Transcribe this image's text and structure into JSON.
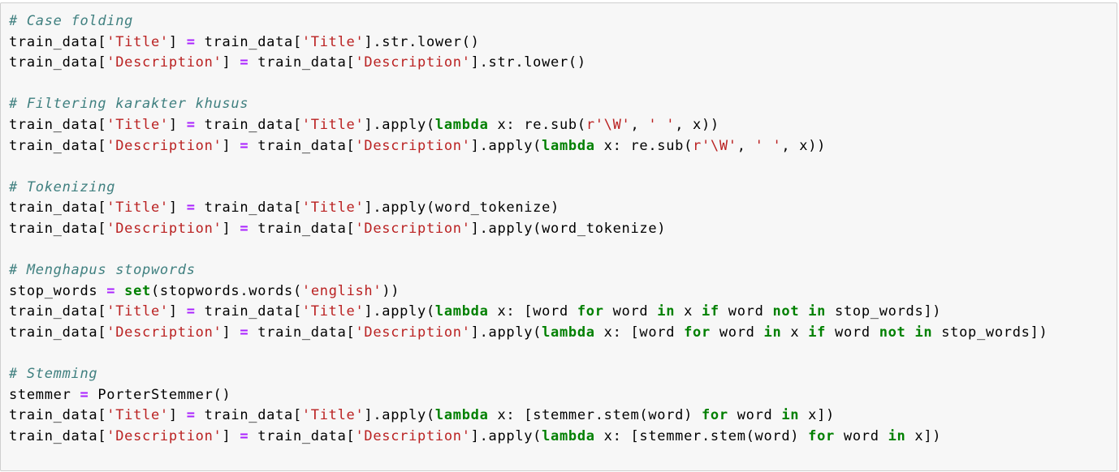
{
  "colors": {
    "cell_background": "#f7f7f7",
    "cell_border": "#cfcfcf",
    "comment": "#408080",
    "string": "#ba2121",
    "keyword": "#008000",
    "operator": "#aa22ff",
    "text": "#000000"
  },
  "code_lines": [
    [
      {
        "t": "comment",
        "v": "# Case folding"
      }
    ],
    [
      {
        "t": "txt",
        "v": "train_data["
      },
      {
        "t": "str",
        "v": "'Title'"
      },
      {
        "t": "txt",
        "v": "] "
      },
      {
        "t": "op",
        "v": "="
      },
      {
        "t": "txt",
        "v": " train_data["
      },
      {
        "t": "str",
        "v": "'Title'"
      },
      {
        "t": "txt",
        "v": "].str.lower()"
      }
    ],
    [
      {
        "t": "txt",
        "v": "train_data["
      },
      {
        "t": "str",
        "v": "'Description'"
      },
      {
        "t": "txt",
        "v": "] "
      },
      {
        "t": "op",
        "v": "="
      },
      {
        "t": "txt",
        "v": " train_data["
      },
      {
        "t": "str",
        "v": "'Description'"
      },
      {
        "t": "txt",
        "v": "].str.lower()"
      }
    ],
    [],
    [
      {
        "t": "comment",
        "v": "# Filtering karakter khusus"
      }
    ],
    [
      {
        "t": "txt",
        "v": "train_data["
      },
      {
        "t": "str",
        "v": "'Title'"
      },
      {
        "t": "txt",
        "v": "] "
      },
      {
        "t": "op",
        "v": "="
      },
      {
        "t": "txt",
        "v": " train_data["
      },
      {
        "t": "str",
        "v": "'Title'"
      },
      {
        "t": "txt",
        "v": "].apply("
      },
      {
        "t": "kw",
        "v": "lambda"
      },
      {
        "t": "txt",
        "v": " x: re.sub("
      },
      {
        "t": "str",
        "v": "r'\\W'"
      },
      {
        "t": "txt",
        "v": ", "
      },
      {
        "t": "str",
        "v": "' '"
      },
      {
        "t": "txt",
        "v": ", x))"
      }
    ],
    [
      {
        "t": "txt",
        "v": "train_data["
      },
      {
        "t": "str",
        "v": "'Description'"
      },
      {
        "t": "txt",
        "v": "] "
      },
      {
        "t": "op",
        "v": "="
      },
      {
        "t": "txt",
        "v": " train_data["
      },
      {
        "t": "str",
        "v": "'Description'"
      },
      {
        "t": "txt",
        "v": "].apply("
      },
      {
        "t": "kw",
        "v": "lambda"
      },
      {
        "t": "txt",
        "v": " x: re.sub("
      },
      {
        "t": "str",
        "v": "r'\\W'"
      },
      {
        "t": "txt",
        "v": ", "
      },
      {
        "t": "str",
        "v": "' '"
      },
      {
        "t": "txt",
        "v": ", x))"
      }
    ],
    [],
    [
      {
        "t": "comment",
        "v": "# Tokenizing"
      }
    ],
    [
      {
        "t": "txt",
        "v": "train_data["
      },
      {
        "t": "str",
        "v": "'Title'"
      },
      {
        "t": "txt",
        "v": "] "
      },
      {
        "t": "op",
        "v": "="
      },
      {
        "t": "txt",
        "v": " train_data["
      },
      {
        "t": "str",
        "v": "'Title'"
      },
      {
        "t": "txt",
        "v": "].apply(word_tokenize)"
      }
    ],
    [
      {
        "t": "txt",
        "v": "train_data["
      },
      {
        "t": "str",
        "v": "'Description'"
      },
      {
        "t": "txt",
        "v": "] "
      },
      {
        "t": "op",
        "v": "="
      },
      {
        "t": "txt",
        "v": " train_data["
      },
      {
        "t": "str",
        "v": "'Description'"
      },
      {
        "t": "txt",
        "v": "].apply(word_tokenize)"
      }
    ],
    [],
    [
      {
        "t": "comment",
        "v": "# Menghapus stopwords"
      }
    ],
    [
      {
        "t": "txt",
        "v": "stop_words "
      },
      {
        "t": "op",
        "v": "="
      },
      {
        "t": "txt",
        "v": " "
      },
      {
        "t": "kw",
        "v": "set"
      },
      {
        "t": "txt",
        "v": "(stopwords.words("
      },
      {
        "t": "str",
        "v": "'english'"
      },
      {
        "t": "txt",
        "v": "))"
      }
    ],
    [
      {
        "t": "txt",
        "v": "train_data["
      },
      {
        "t": "str",
        "v": "'Title'"
      },
      {
        "t": "txt",
        "v": "] "
      },
      {
        "t": "op",
        "v": "="
      },
      {
        "t": "txt",
        "v": " train_data["
      },
      {
        "t": "str",
        "v": "'Title'"
      },
      {
        "t": "txt",
        "v": "].apply("
      },
      {
        "t": "kw",
        "v": "lambda"
      },
      {
        "t": "txt",
        "v": " x: [word "
      },
      {
        "t": "kw",
        "v": "for"
      },
      {
        "t": "txt",
        "v": " word "
      },
      {
        "t": "kw",
        "v": "in"
      },
      {
        "t": "txt",
        "v": " x "
      },
      {
        "t": "kw",
        "v": "if"
      },
      {
        "t": "txt",
        "v": " word "
      },
      {
        "t": "kw",
        "v": "not"
      },
      {
        "t": "txt",
        "v": " "
      },
      {
        "t": "kw",
        "v": "in"
      },
      {
        "t": "txt",
        "v": " stop_words])"
      }
    ],
    [
      {
        "t": "txt",
        "v": "train_data["
      },
      {
        "t": "str",
        "v": "'Description'"
      },
      {
        "t": "txt",
        "v": "] "
      },
      {
        "t": "op",
        "v": "="
      },
      {
        "t": "txt",
        "v": " train_data["
      },
      {
        "t": "str",
        "v": "'Description'"
      },
      {
        "t": "txt",
        "v": "].apply("
      },
      {
        "t": "kw",
        "v": "lambda"
      },
      {
        "t": "txt",
        "v": " x: [word "
      },
      {
        "t": "kw",
        "v": "for"
      },
      {
        "t": "txt",
        "v": " word "
      },
      {
        "t": "kw",
        "v": "in"
      },
      {
        "t": "txt",
        "v": " x "
      },
      {
        "t": "kw",
        "v": "if"
      },
      {
        "t": "txt",
        "v": " word "
      },
      {
        "t": "kw",
        "v": "not"
      },
      {
        "t": "txt",
        "v": " "
      },
      {
        "t": "kw",
        "v": "in"
      },
      {
        "t": "txt",
        "v": " stop_words])"
      }
    ],
    [],
    [
      {
        "t": "comment",
        "v": "# Stemming"
      }
    ],
    [
      {
        "t": "txt",
        "v": "stemmer "
      },
      {
        "t": "op",
        "v": "="
      },
      {
        "t": "txt",
        "v": " PorterStemmer()"
      }
    ],
    [
      {
        "t": "txt",
        "v": "train_data["
      },
      {
        "t": "str",
        "v": "'Title'"
      },
      {
        "t": "txt",
        "v": "] "
      },
      {
        "t": "op",
        "v": "="
      },
      {
        "t": "txt",
        "v": " train_data["
      },
      {
        "t": "str",
        "v": "'Title'"
      },
      {
        "t": "txt",
        "v": "].apply("
      },
      {
        "t": "kw",
        "v": "lambda"
      },
      {
        "t": "txt",
        "v": " x: [stemmer.stem(word) "
      },
      {
        "t": "kw",
        "v": "for"
      },
      {
        "t": "txt",
        "v": " word "
      },
      {
        "t": "kw",
        "v": "in"
      },
      {
        "t": "txt",
        "v": " x])"
      }
    ],
    [
      {
        "t": "txt",
        "v": "train_data["
      },
      {
        "t": "str",
        "v": "'Description'"
      },
      {
        "t": "txt",
        "v": "] "
      },
      {
        "t": "op",
        "v": "="
      },
      {
        "t": "txt",
        "v": " train_data["
      },
      {
        "t": "str",
        "v": "'Description'"
      },
      {
        "t": "txt",
        "v": "].apply("
      },
      {
        "t": "kw",
        "v": "lambda"
      },
      {
        "t": "txt",
        "v": " x: [stemmer.stem(word) "
      },
      {
        "t": "kw",
        "v": "for"
      },
      {
        "t": "txt",
        "v": " word "
      },
      {
        "t": "kw",
        "v": "in"
      },
      {
        "t": "txt",
        "v": " x])"
      }
    ]
  ]
}
